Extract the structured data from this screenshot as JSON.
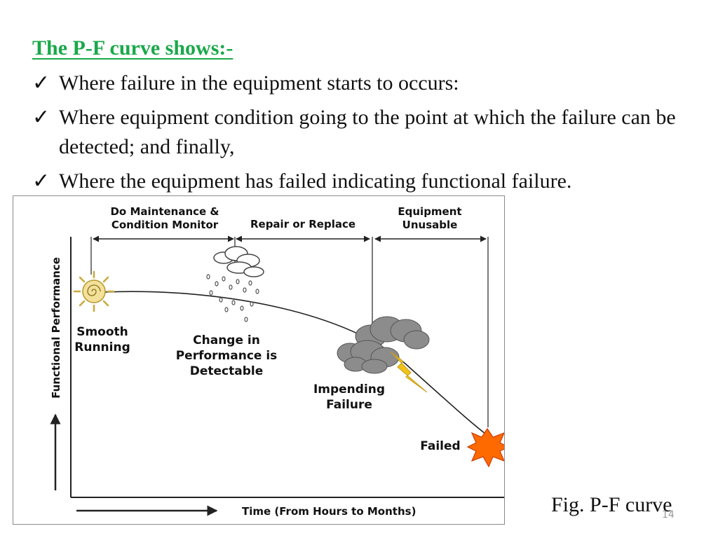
{
  "slide": {
    "title": "The P-F curve shows:-",
    "bullets": [
      {
        "check": "✓",
        "text": "Where failure in the equipment starts to occurs:"
      },
      {
        "check": "✓",
        "text": "Where equipment condition going to the point at which the failure can be detected; and finally,"
      },
      {
        "check": "✓",
        "text": "Where the equipment has failed indicating functional failure."
      }
    ],
    "caption": "Fig. P-F curve",
    "page_number": "14"
  },
  "diagram": {
    "phases": [
      {
        "label_line1": "Do Maintenance &",
        "label_line2": "Condition Monitor"
      },
      {
        "label_line1": "Repair or Replace"
      },
      {
        "label_line1": "Equipment",
        "label_line2": "Unusable"
      }
    ],
    "y_axis_label": "Functional Performance",
    "x_axis_label": "Time (From Hours to Months)",
    "stages": [
      {
        "label_line1": "Smooth",
        "label_line2": "Running",
        "icon": "sun-icon"
      },
      {
        "label_line1": "Change in",
        "label_line2": "Performance is",
        "label_line3": "Detectable",
        "icon": "rain-cloud-icon"
      },
      {
        "label_line1": "Impending",
        "label_line2": "Failure",
        "icon": "storm-cloud-icon"
      },
      {
        "label_line1": "Failed",
        "icon": "explosion-icon"
      }
    ],
    "colors": {
      "title_green": "#1aa84a",
      "explosion": "#ff6a00",
      "lightning": "#f2c21b",
      "storm_cloud": "#8c8c8c",
      "sun": "#f3e19a"
    }
  }
}
